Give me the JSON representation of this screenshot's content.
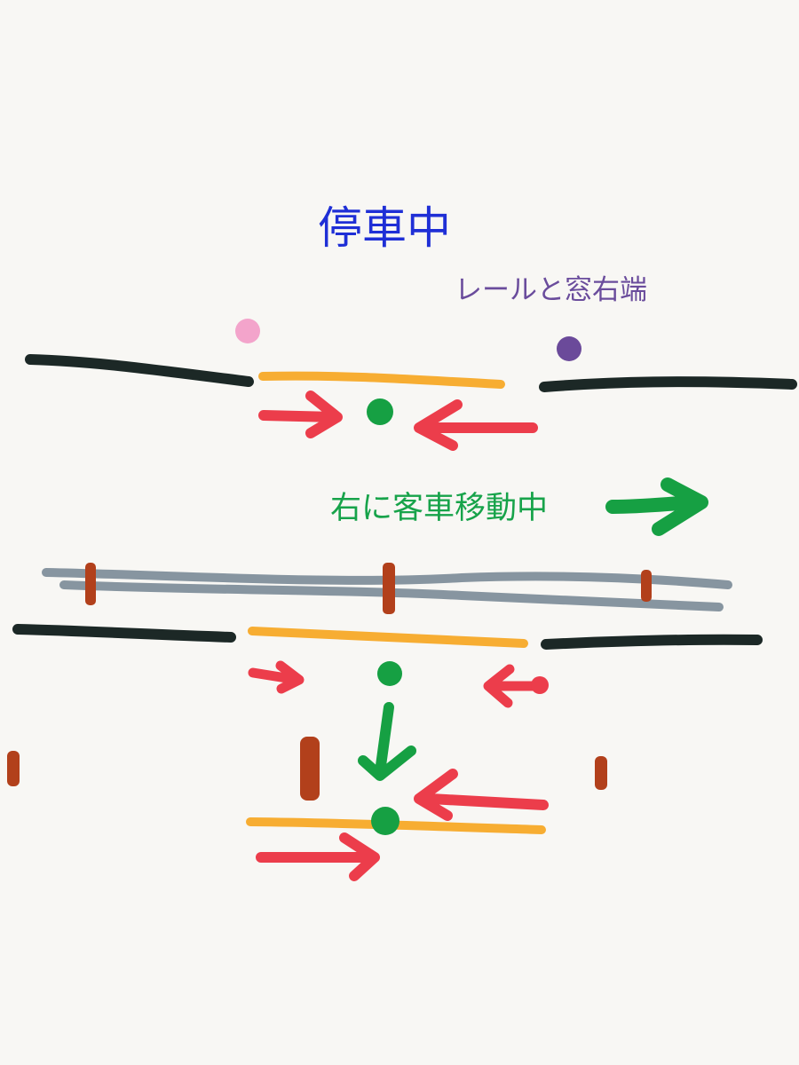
{
  "labels": {
    "title": "停車中",
    "rail_window_right_edge": "レールと窓右端",
    "car_moving_right": "右に客車移動中"
  },
  "colors": {
    "title": "#1f2fd6",
    "rail_label": "#6a4c9c",
    "moving_label": "#17a34a",
    "black_line": "#1c2826",
    "orange_line": "#f7ad32",
    "red_arrow": "#ec3d4b",
    "green_marker": "#16a043",
    "gray_rail": "#8795a0",
    "brown_post": "#b2401b",
    "pink_dot": "#f3a4cb",
    "purple_dot": "#6b4a9a",
    "background": "#f8f7f4"
  },
  "icons": [
    "pink-dot-icon",
    "purple-dot-icon",
    "right-arrow-icon",
    "left-arrow-icon",
    "down-arrow-icon",
    "green-dot-icon"
  ]
}
